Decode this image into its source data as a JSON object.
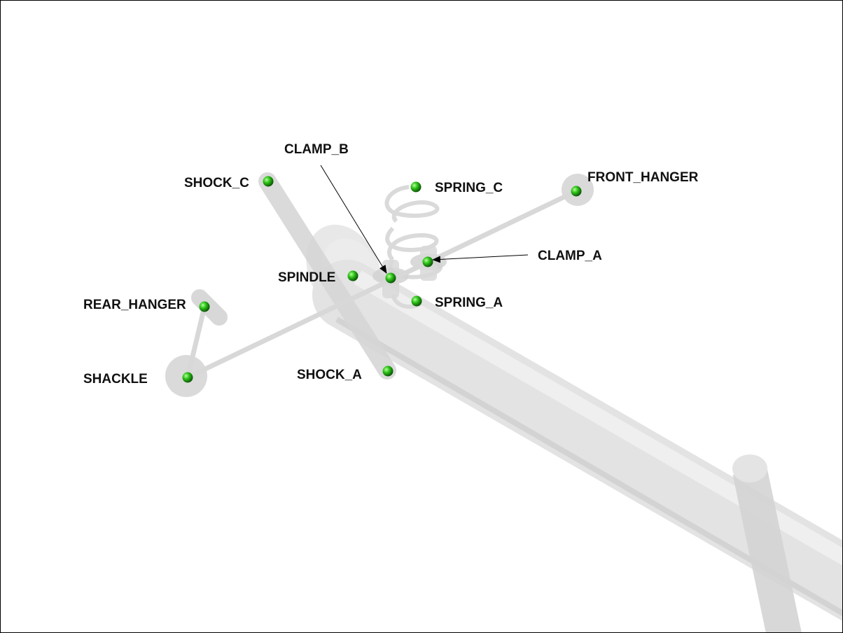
{
  "diagram": {
    "points": [
      {
        "id": "shock_c",
        "label": "SHOCK_C"
      },
      {
        "id": "clamp_b",
        "label": "CLAMP_B"
      },
      {
        "id": "spring_c",
        "label": "SPRING_C"
      },
      {
        "id": "front_hanger",
        "label": "FRONT_HANGER"
      },
      {
        "id": "clamp_a",
        "label": "CLAMP_A"
      },
      {
        "id": "spindle",
        "label": "SPINDLE"
      },
      {
        "id": "spring_a",
        "label": "SPRING_A"
      },
      {
        "id": "rear_hanger",
        "label": "REAR_HANGER"
      },
      {
        "id": "shackle",
        "label": "SHACKLE"
      },
      {
        "id": "shock_a",
        "label": "SHOCK_A"
      }
    ],
    "colors": {
      "marker": "#2fc41a",
      "part": "#dcdcdc"
    }
  }
}
